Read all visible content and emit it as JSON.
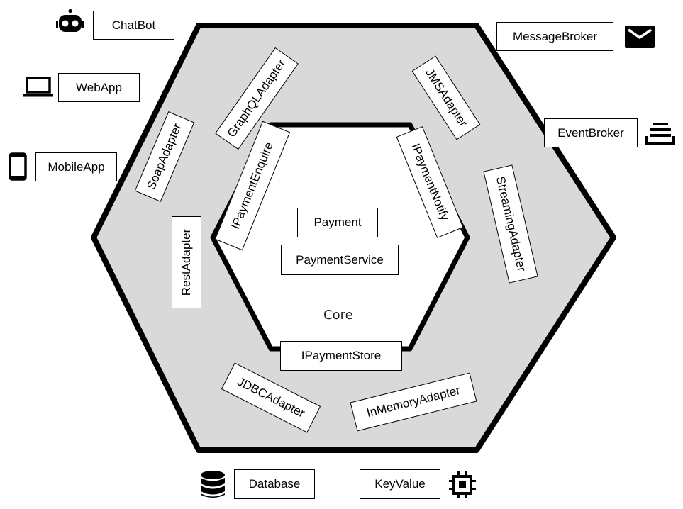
{
  "colors": {
    "ring_fill": "#d9d9d9",
    "core_fill": "#ffffff",
    "stroke": "#000000"
  },
  "core": {
    "title": "Core",
    "entities": [
      "Payment",
      "PaymentService"
    ]
  },
  "ports": {
    "enquire": "IPaymentEnquire",
    "notify": "IPaymentNotify",
    "store": "IPaymentStore"
  },
  "adapters": {
    "graphql": "GraphQLAdapter",
    "soap": "SoapAdapter",
    "rest": "RestAdapter",
    "jms": "JMSAdapter",
    "streaming": "StreamingAdapter",
    "jdbc": "JDBCAdapter",
    "inmemory": "InMemoryAdapter"
  },
  "actors": {
    "chatbot": {
      "label": "ChatBot",
      "icon": "robot-icon"
    },
    "webapp": {
      "label": "WebApp",
      "icon": "laptop-icon"
    },
    "mobileapp": {
      "label": "MobileApp",
      "icon": "smartphone-icon"
    },
    "messagebroker": {
      "label": "MessageBroker",
      "icon": "mail-icon"
    },
    "eventbroker": {
      "label": "EventBroker",
      "icon": "queue-stack-icon"
    },
    "database": {
      "label": "Database",
      "icon": "database-icon"
    },
    "keyvalue": {
      "label": "KeyValue",
      "icon": "memory-chip-icon"
    }
  }
}
